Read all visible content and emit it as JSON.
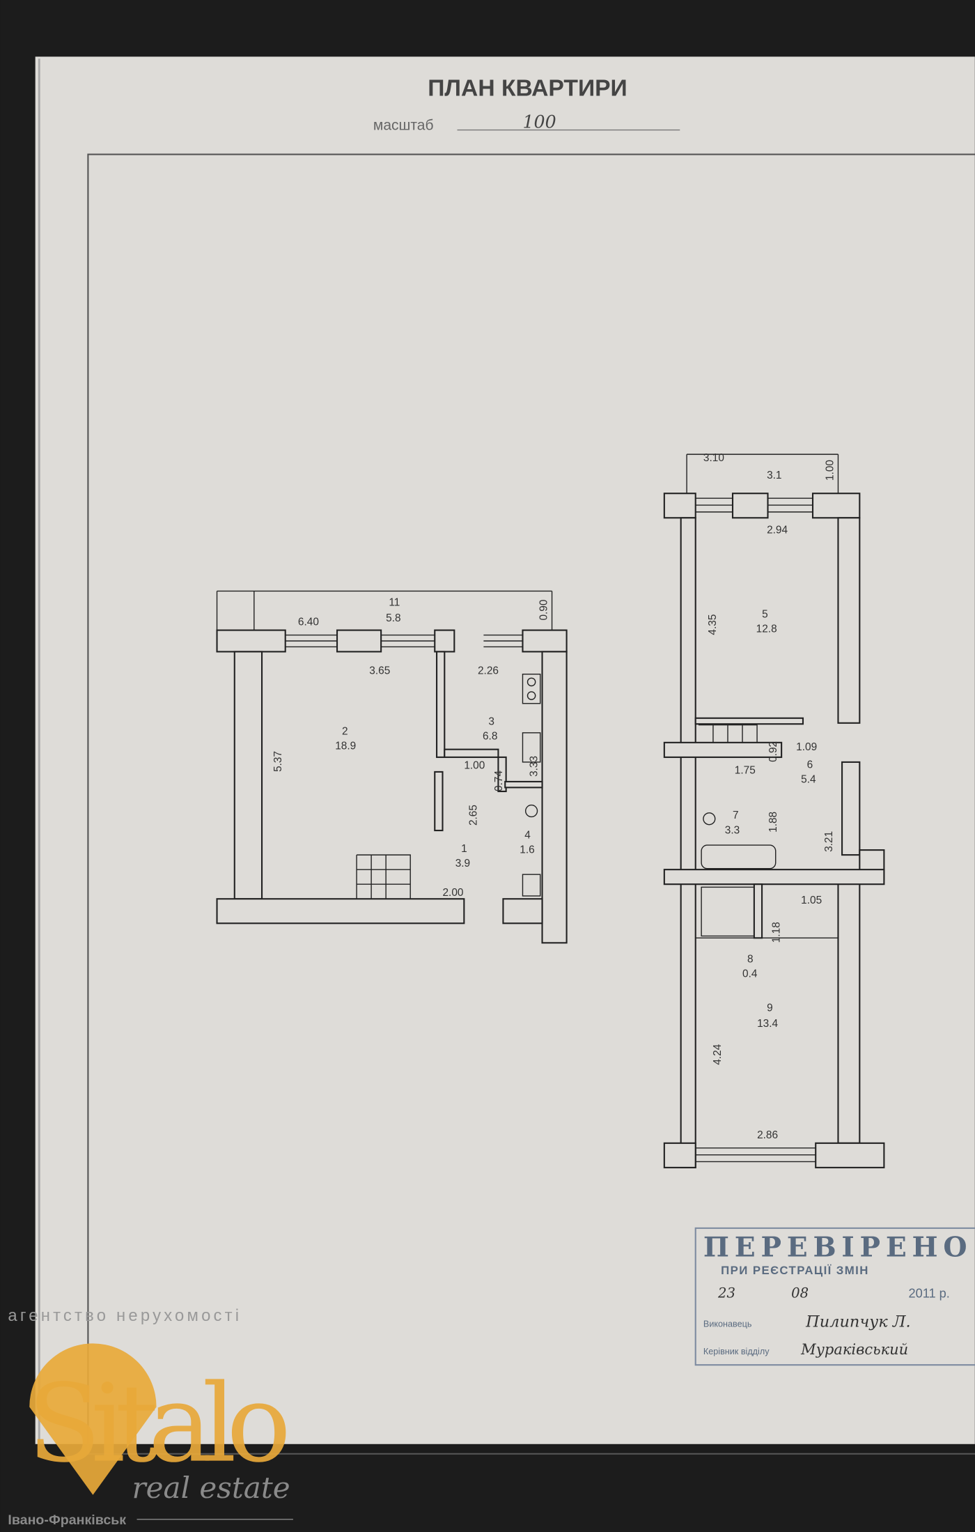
{
  "header": {
    "title": "ПЛАН КВАРТИРИ",
    "scale_label": "масштаб",
    "scale_value": "100"
  },
  "left_unit": {
    "dims": [
      "6.40",
      "11",
      "5.8",
      "0.90",
      "3.65",
      "2.26",
      "5.37",
      "1.00",
      "0.74",
      "3.33",
      "2.65",
      "2.00"
    ],
    "rooms": [
      {
        "num": "2",
        "area": "18.9"
      },
      {
        "num": "3",
        "area": "6.8"
      },
      {
        "num": "1",
        "area": "3.9"
      },
      {
        "num": "4",
        "area": "1.6"
      }
    ]
  },
  "right_unit": {
    "dims": [
      "3.10",
      "3.1",
      "1.00",
      "2.94",
      "4.35",
      "0.92",
      "1.09",
      "1.75",
      "1.88",
      "3.21",
      "1.05",
      "1.18",
      "4.24",
      "2.86"
    ],
    "rooms": [
      {
        "num": "5",
        "area": "12.8"
      },
      {
        "num": "6",
        "area": "5.4"
      },
      {
        "num": "7",
        "area": "3.3"
      },
      {
        "num": "8",
        "area": "0.4"
      },
      {
        "num": "9",
        "area": "13.4"
      }
    ]
  },
  "stamp": {
    "title": "ПЕРЕВІРЕНО",
    "subtitle": "ПРИ РЕЄСТРАЦІЇ ЗМІН",
    "day": "23",
    "month": "08",
    "year": "2011 р.",
    "performer_label": "Виконавець",
    "performer": "Пилипчук Л.",
    "head_label": "Керівник відділу",
    "head": "Мураківський"
  },
  "watermark": {
    "tagline": "агентство нерухомості",
    "brand": "Sitalo",
    "sub": "real estate",
    "city": "Івано-Франківськ"
  },
  "colors": {
    "accent": "#e8a93a",
    "paper": "#dedcd8",
    "wood": "#1c1c1c"
  }
}
